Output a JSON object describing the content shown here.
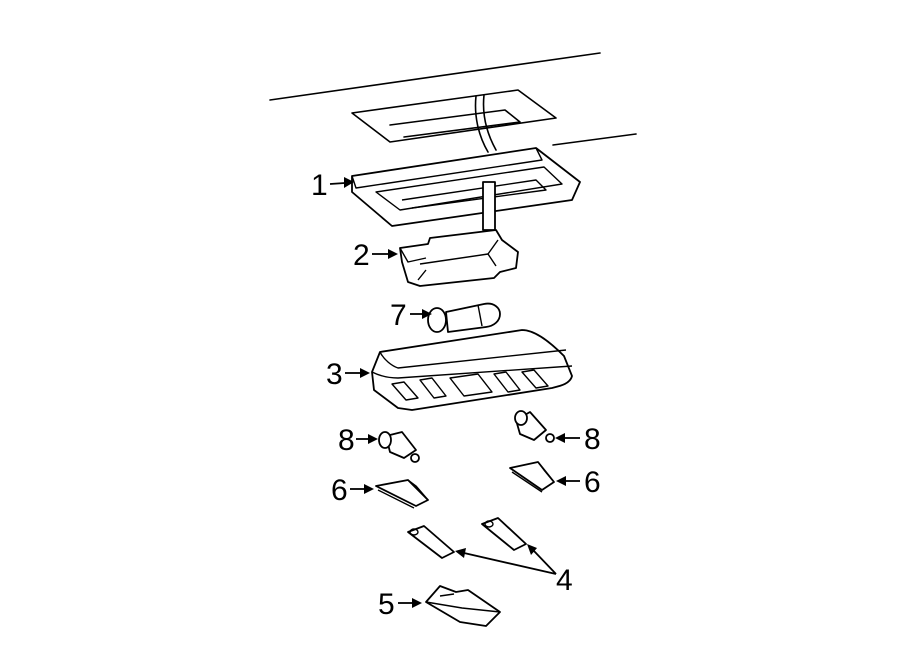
{
  "diagram": {
    "callouts": [
      {
        "id": "c1",
        "label": "1"
      },
      {
        "id": "c2",
        "label": "2"
      },
      {
        "id": "c7",
        "label": "7"
      },
      {
        "id": "c3",
        "label": "3"
      },
      {
        "id": "c8a",
        "label": "8"
      },
      {
        "id": "c8b",
        "label": "8"
      },
      {
        "id": "c6a",
        "label": "6"
      },
      {
        "id": "c6b",
        "label": "6"
      },
      {
        "id": "c4",
        "label": "4"
      },
      {
        "id": "c5",
        "label": "5"
      }
    ]
  }
}
